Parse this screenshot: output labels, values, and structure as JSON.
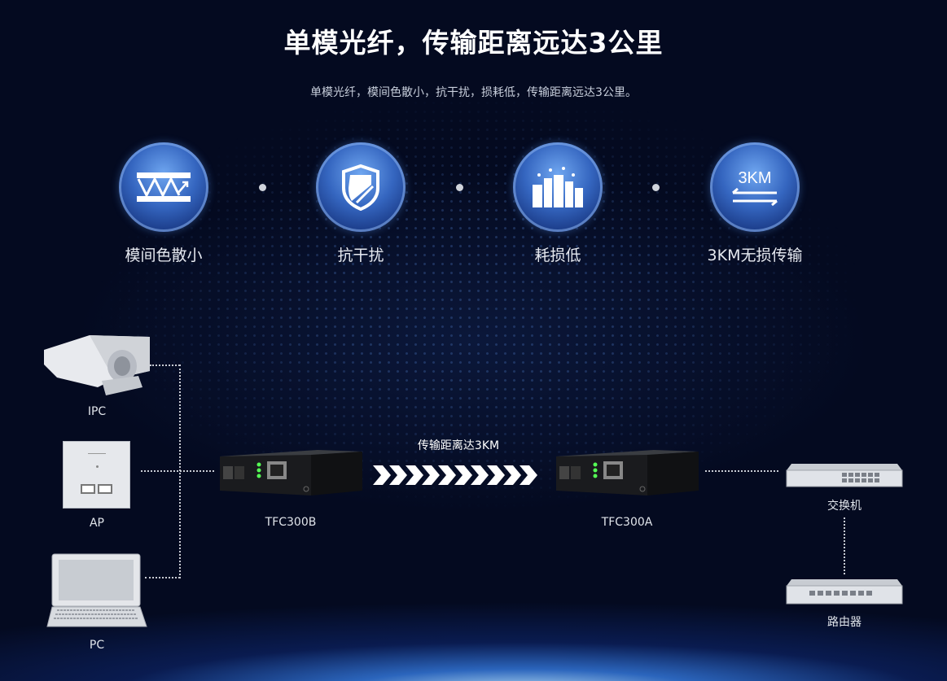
{
  "title": "单模光纤，传输距离远达3公里",
  "subtitle": "单模光纤，模间色散小，抗干扰，损耗低，传输距离远达3公里。",
  "features": [
    {
      "icon": "truss-icon",
      "label": "模间色散小"
    },
    {
      "icon": "shield-icon",
      "label": "抗干扰"
    },
    {
      "icon": "bars-icon",
      "label": "耗损低"
    },
    {
      "icon": "3km-arrows-icon",
      "label": "3KM无损传输",
      "icon_text": "3KM"
    }
  ],
  "diagram": {
    "left_devices": [
      {
        "label": "IPC"
      },
      {
        "label": "AP"
      },
      {
        "label": "PC"
      }
    ],
    "converter_left": "TFC300B",
    "converter_right": "TFC300A",
    "link_label": "传输距离达3KM",
    "right_devices": [
      {
        "label": "交换机"
      },
      {
        "label": "路由器"
      }
    ]
  }
}
